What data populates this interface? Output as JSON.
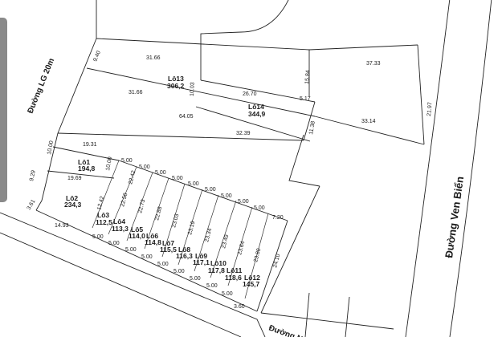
{
  "roads": {
    "lg20": "Đường LG 20m",
    "ven_bien": "Đường Ven Biển",
    "bottom": "Đường N"
  },
  "lots": {
    "l13": {
      "name": "Lô13",
      "area": "306,2"
    },
    "l14": {
      "name": "Lô14",
      "area": "344,9"
    },
    "l01": {
      "name": "Lô1",
      "area": "194,8"
    },
    "l02": {
      "name": "Lô2",
      "area": "234,3"
    },
    "l03": {
      "name": "Lô3",
      "area": "112,5"
    },
    "l04": {
      "name": "Lô4",
      "area": "113,3"
    },
    "l05": {
      "name": "Lô5",
      "area": "114,0"
    },
    "l06": {
      "name": "Lô6",
      "area": "114,8"
    },
    "l07": {
      "name": "Lô7",
      "area": "115,5"
    },
    "l08": {
      "name": "Lô8",
      "area": "116,3"
    },
    "l09": {
      "name": "Lô9",
      "area": "117,1"
    },
    "l10": {
      "name": "Lô10",
      "area": "117,8"
    },
    "l11": {
      "name": "Lô11",
      "area": "118,6"
    },
    "l12": {
      "name": "Lô12",
      "area": "145,7"
    }
  },
  "dims": {
    "d_9_40": "9.40",
    "d_31_66_top": "31.66",
    "d_31_66_mid": "31.66",
    "d_10_03": "10.03",
    "d_26_70": "26.70",
    "d_5_17": "5.17",
    "d_15_84": "15.84",
    "d_37_33": "37.33",
    "d_21_97": "21.97",
    "d_33_14": "33.14",
    "d_64_05": "64.05",
    "d_32_39": "32.39",
    "d_11_38": "11.38",
    "d_10_00": "10.00",
    "d_19_31": "19.31",
    "d_10_00b": "10.00",
    "d_9_29": "9.29",
    "d_19_69": "19.69",
    "d_3_61": "3.61",
    "d_14_93": "14.93",
    "d_22_42": "22.42",
    "d_22_58": "22.58",
    "d_22_73": "22.73",
    "d_22_88": "22.88",
    "d_23_03": "23.03",
    "d_23_19": "23.19",
    "d_23_34": "23.34",
    "d_23_49": "23.49",
    "d_23_64": "23.64",
    "d_23_80": "23.80",
    "d_24_10": "24.10",
    "d_12_42": "12.42",
    "d_7_20": "7.20",
    "d_3_60": "3.60",
    "five": "5.00"
  }
}
